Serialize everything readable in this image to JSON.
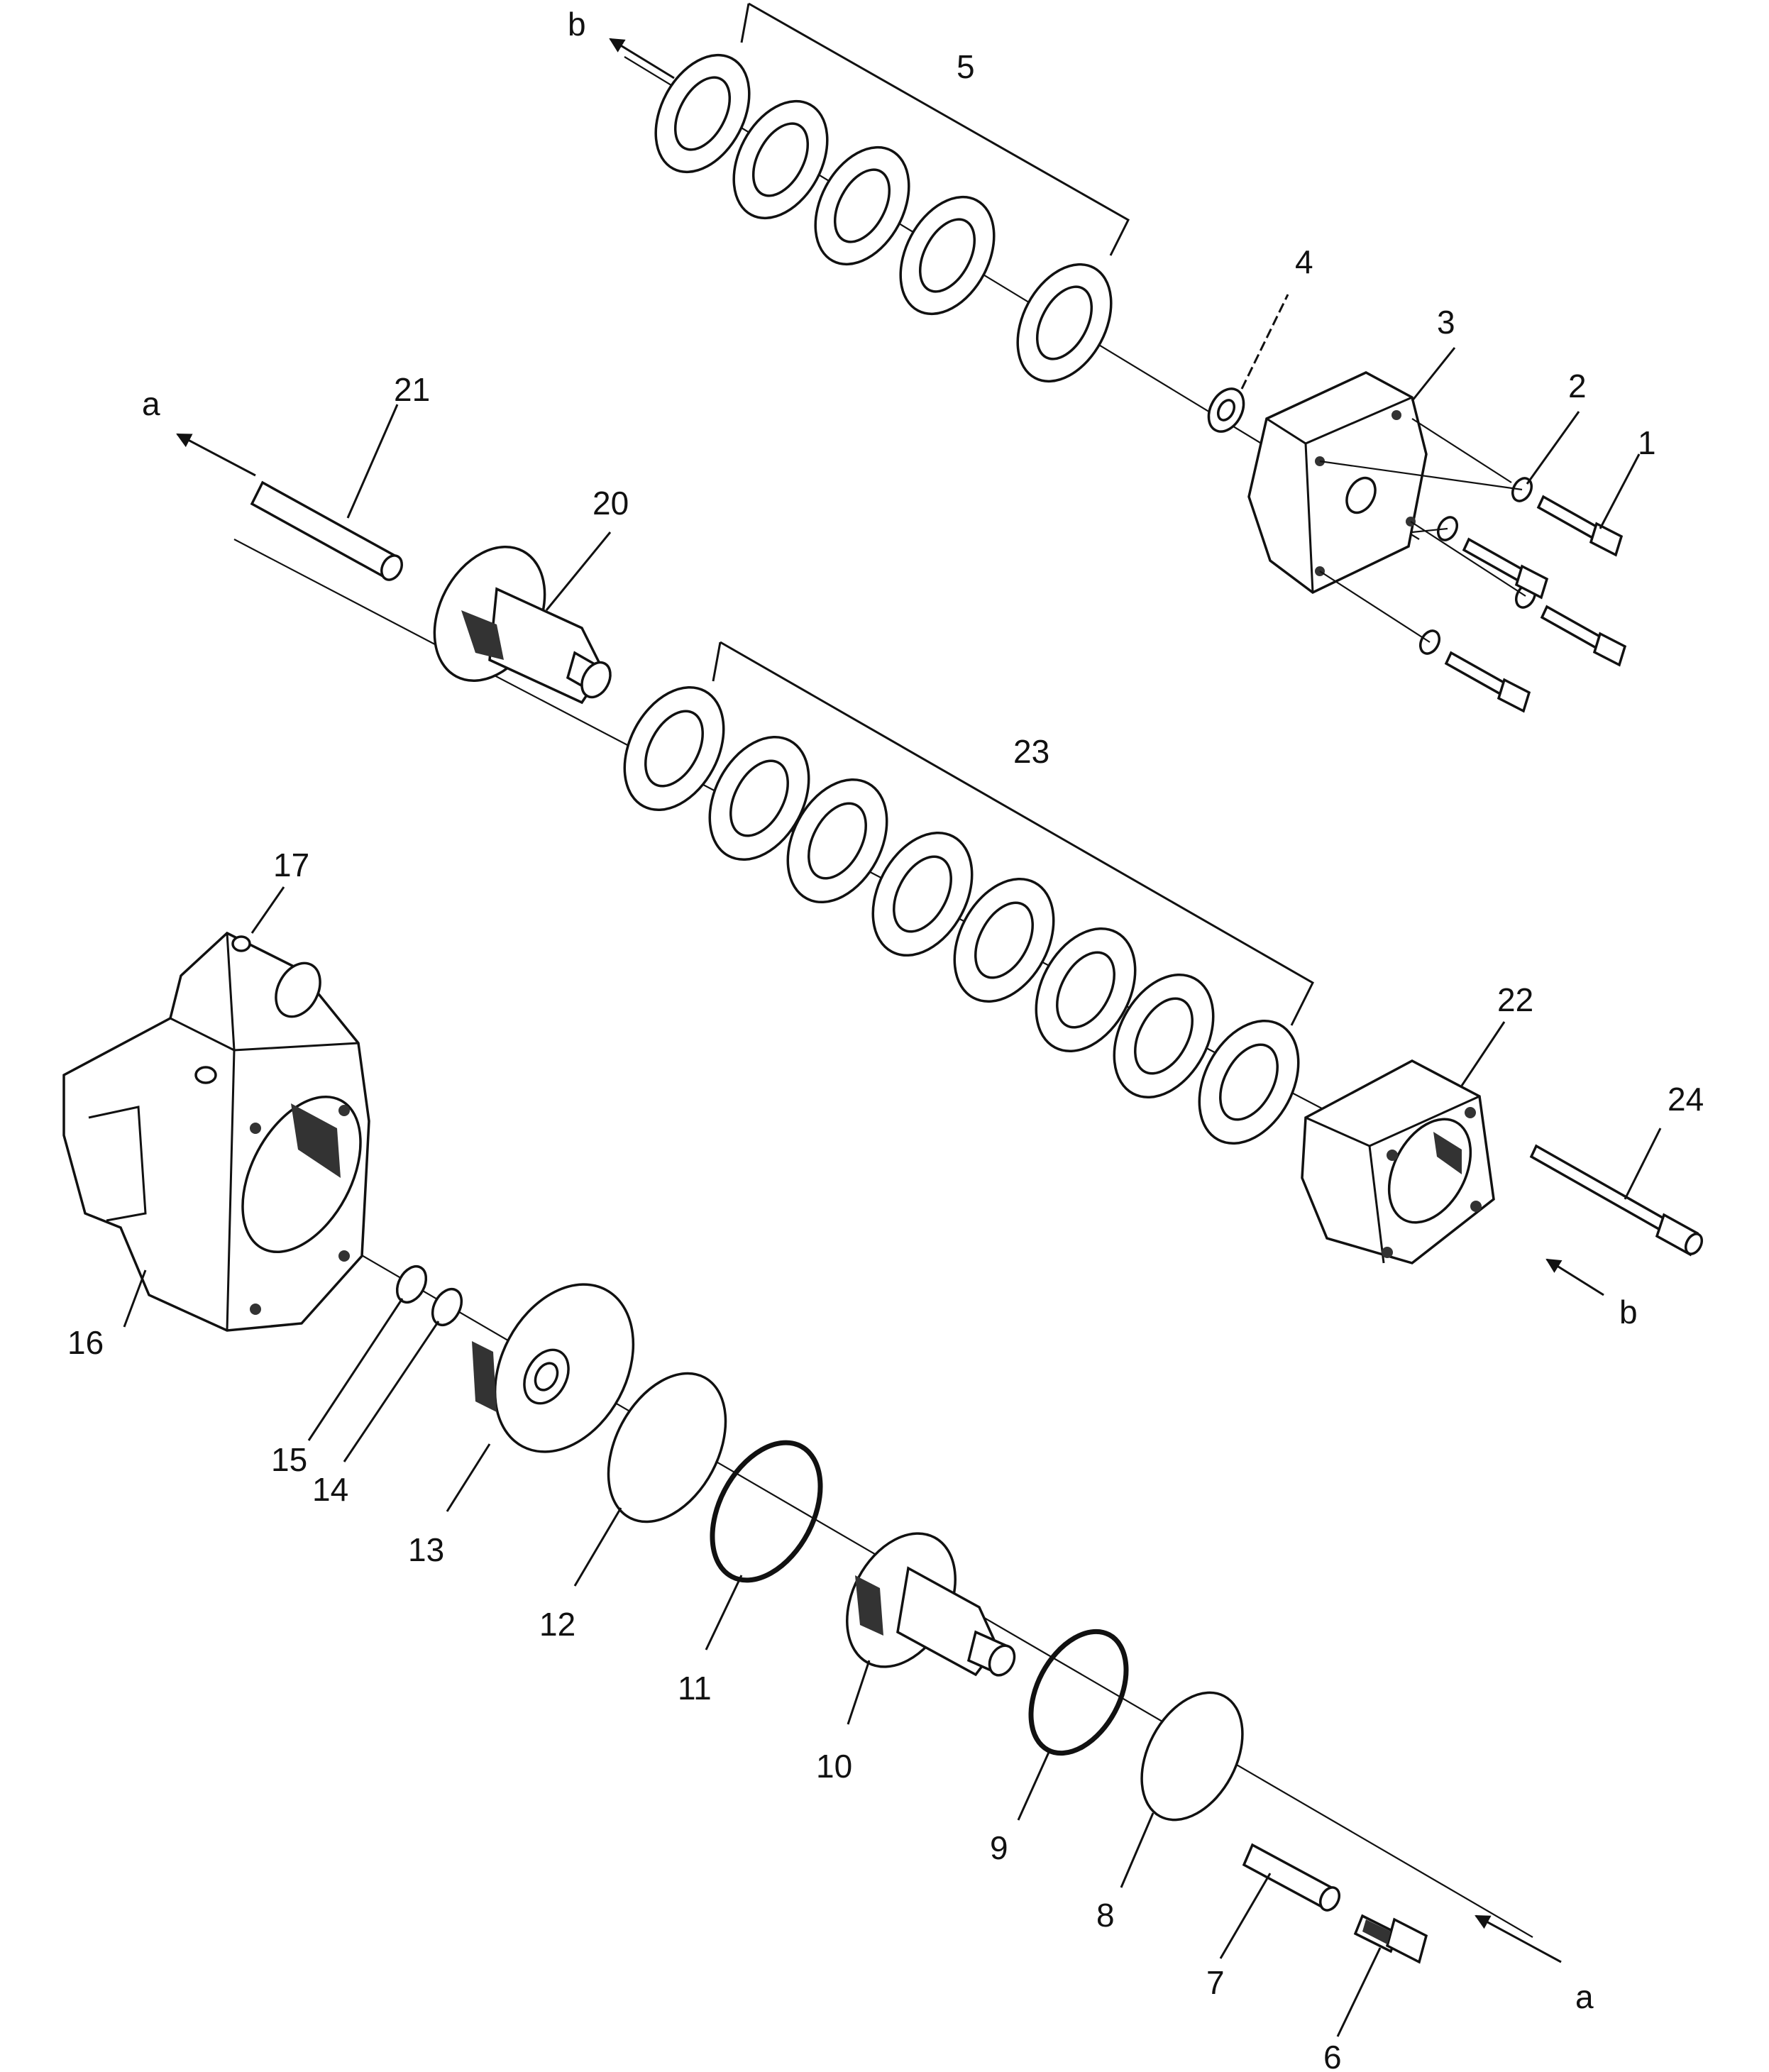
{
  "labels": {
    "p1": "1",
    "p2": "2",
    "p3": "3",
    "p4": "4",
    "p5": "5",
    "p6": "6",
    "p7": "7",
    "p8": "8",
    "p9": "9",
    "p10": "10",
    "p11": "11",
    "p12": "12",
    "p13": "13",
    "p14": "14",
    "p15": "15",
    "p16": "16",
    "p17": "17",
    "p20": "20",
    "p21": "21",
    "p22": "22",
    "p23": "23",
    "p24": "24"
  },
  "markers": {
    "a_top": "a",
    "a_bottom": "a",
    "b_top": "b",
    "b_right": "b"
  }
}
